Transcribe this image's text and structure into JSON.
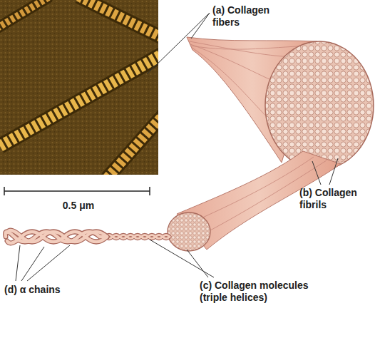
{
  "diagram": {
    "labels": [
      "(a) Collagen fibers",
      "0.5 μm",
      "(b) Collagen fibrils",
      "(c) Collagen molecules (triple helices)",
      "(d) α chains"
    ]
  }
}
